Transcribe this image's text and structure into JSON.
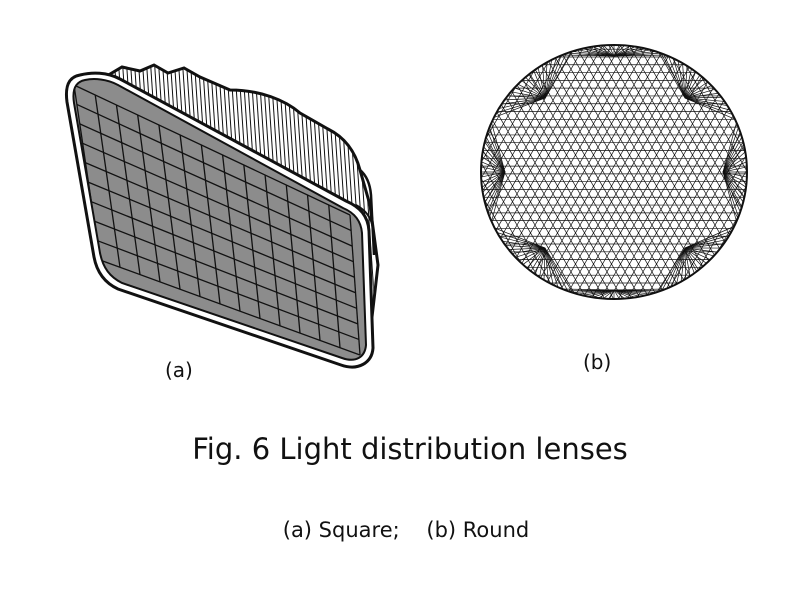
{
  "figure": {
    "title": "Fig. 6 Light distribution lenses",
    "subtitle": "(a) Square;    (b) Round",
    "panels": [
      {
        "id": "a",
        "label": "(a)",
        "object": "square-lens"
      },
      {
        "id": "b",
        "label": "(b)",
        "object": "round-lens"
      }
    ]
  },
  "colors": {
    "line": "#111111",
    "lens_face": "#8c8c8c",
    "background": "#ffffff"
  }
}
